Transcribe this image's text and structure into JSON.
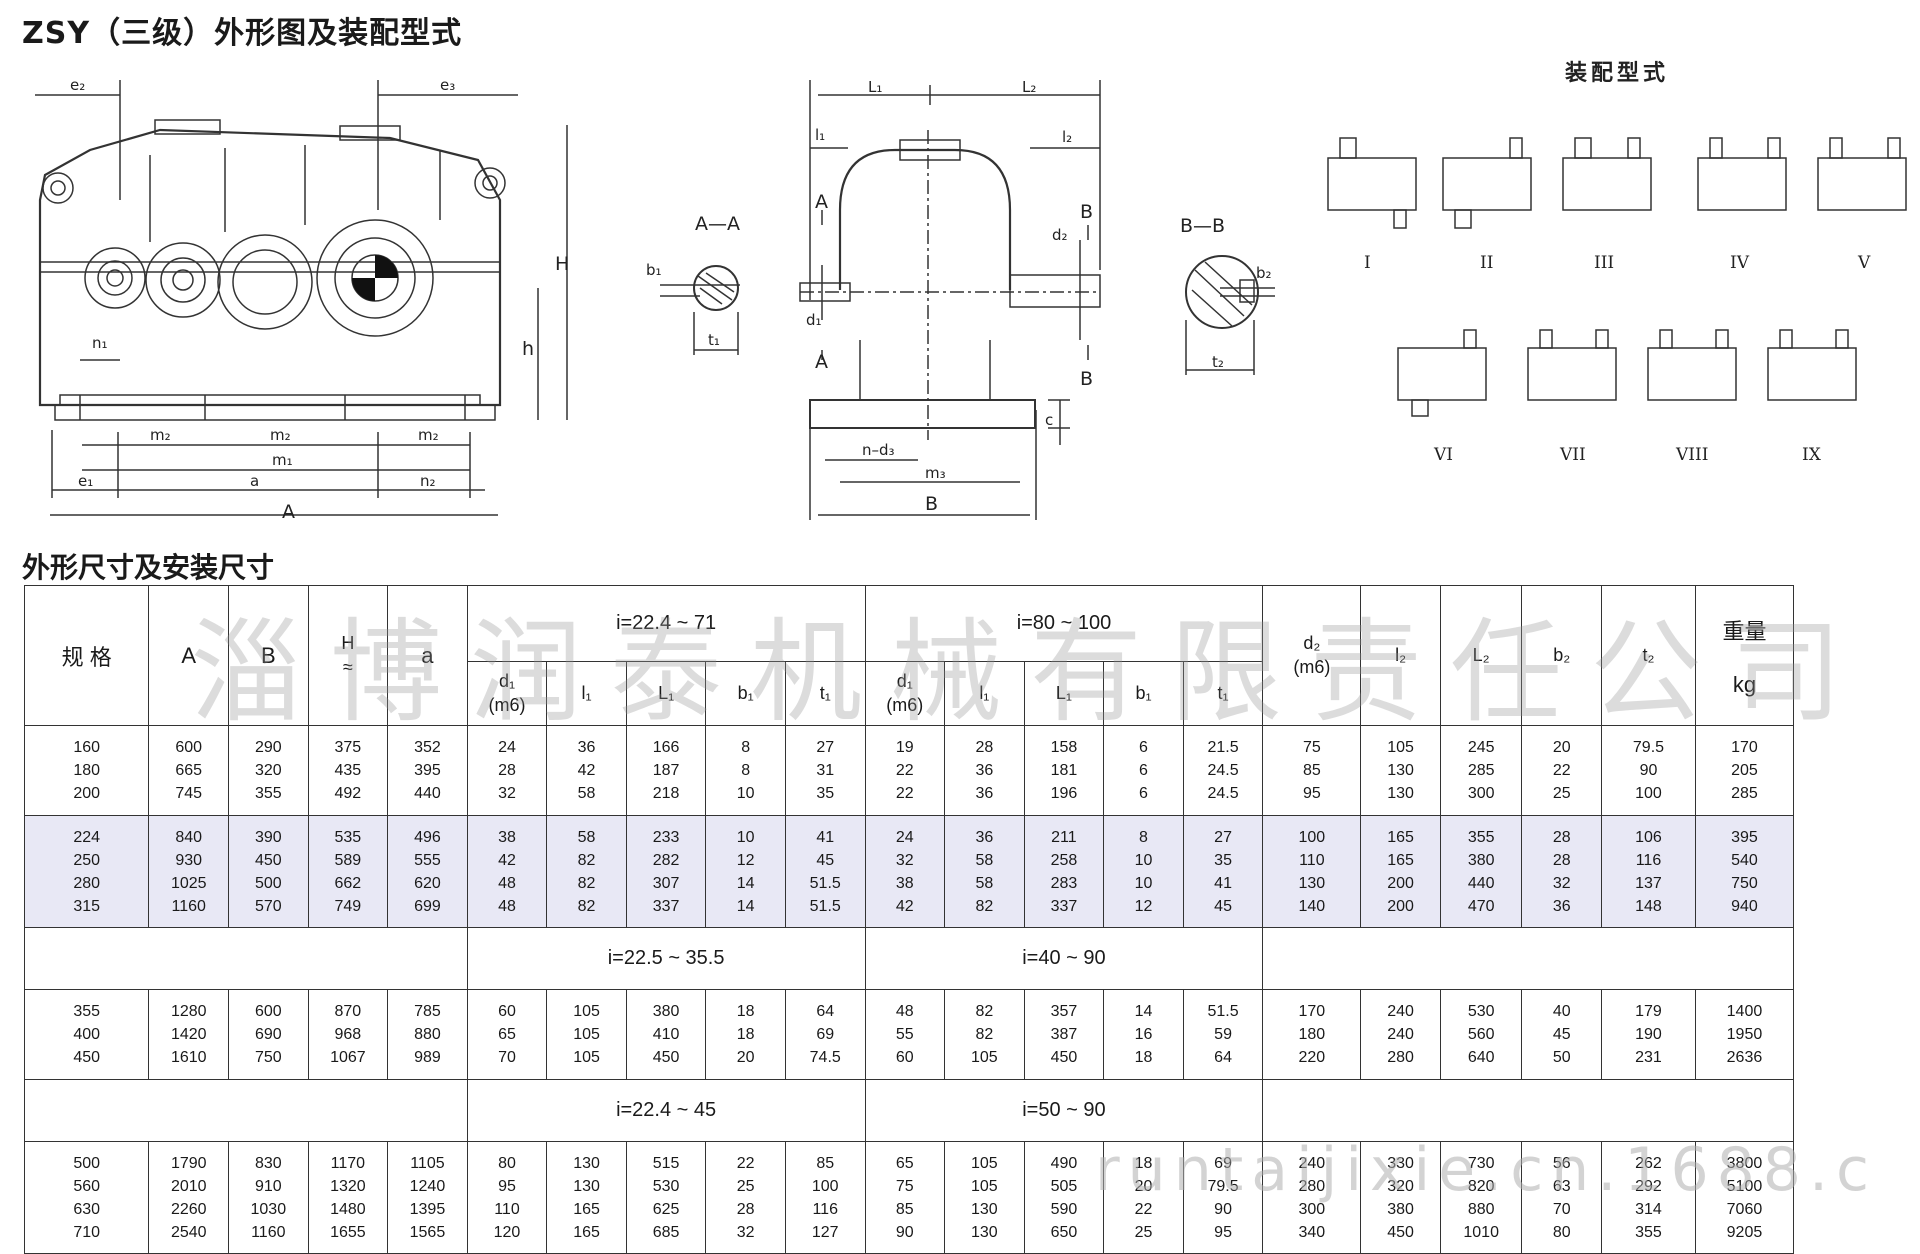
{
  "title": "ZSY（三级）外形图及装配型式",
  "section_title": "外形尺寸及安装尺寸",
  "watermark_text": "淄博润泰机械有限责任公司",
  "watermark_url": "runtaijixie.cn.1688.c",
  "drawing": {
    "front_labels": [
      "e₂",
      "e₃",
      "H",
      "h",
      "n₁",
      "m₂",
      "m₂",
      "m₂",
      "m₁",
      "e₁",
      "a",
      "n₂",
      "A"
    ],
    "section_aa": {
      "title": "A—A",
      "b1": "b₁",
      "t1": "t₁"
    },
    "side_labels": [
      "L₁",
      "L₂",
      "l₁",
      "l₂",
      "A",
      "A",
      "B",
      "B",
      "d₁",
      "d₂",
      "c",
      "n–d₃",
      "m₃",
      "B"
    ],
    "section_bb": {
      "title": "B—B",
      "b2": "b₂",
      "t2": "t₂"
    },
    "assembly_title": "装配型式",
    "assembly_types": [
      "I",
      "II",
      "III",
      "IV",
      "V",
      "VI",
      "VII",
      "VIII",
      "IX"
    ]
  },
  "table": {
    "headers": {
      "spec": "规  格",
      "A": "A",
      "B": "B",
      "H": "H",
      "H_sub": "≈",
      "a": "a",
      "group1": "i=22.4 ~ 71",
      "group2": "i=80 ~ 100",
      "d1": "d₁",
      "m6": "(m6)",
      "l1": "l₁",
      "L1": "L₁",
      "b1": "b₁",
      "t1": "t₁",
      "d2": "d₂",
      "l2": "l₂",
      "L2": "L₂",
      "b2": "b₂",
      "t2": "t₂",
      "weight": "重量",
      "kg": "kg"
    },
    "blocks": [
      {
        "shade": false,
        "cols": [
          "160\n180\n200",
          "600\n665\n745",
          "290\n320\n355",
          "375\n435\n492",
          "352\n395\n440",
          "24\n28\n32",
          "36\n42\n58",
          "166\n187\n218",
          "8\n8\n10",
          "27\n31\n35",
          "19\n22\n22",
          "28\n36\n36",
          "158\n181\n196",
          "6\n6\n6",
          "21.5\n24.5\n24.5",
          "75\n85\n95",
          "105\n130\n130",
          "245\n285\n300",
          "20\n22\n25",
          "79.5\n90\n100",
          "170\n205\n285"
        ]
      },
      {
        "shade": true,
        "cols": [
          "224\n250\n280\n315",
          "840\n930\n1025\n1160",
          "390\n450\n500\n570",
          "535\n589\n662\n749",
          "496\n555\n620\n699",
          "38\n42\n48\n48",
          "58\n82\n82\n82",
          "233\n282\n307\n337",
          "10\n12\n14\n14",
          "41\n45\n51.5\n51.5",
          "24\n32\n38\n42",
          "36\n58\n58\n82",
          "211\n258\n283\n337",
          "8\n10\n10\n12",
          "27\n35\n41\n45",
          "100\n110\n130\n140",
          "165\n165\n200\n200",
          "355\n380\n440\n470",
          "28\n28\n32\n36",
          "106\n116\n137\n148",
          "395\n540\n750\n940"
        ]
      },
      {
        "separator": [
          "i=22.5 ~ 35.5",
          "i=40 ~ 90"
        ]
      },
      {
        "shade": false,
        "cols": [
          "355\n400\n450",
          "1280\n1420\n1610",
          "600\n690\n750",
          "870\n968\n1067",
          "785\n880\n989",
          "60\n65\n70",
          "105\n105\n105",
          "380\n410\n450",
          "18\n18\n20",
          "64\n69\n74.5",
          "48\n55\n60",
          "82\n82\n105",
          "357\n387\n450",
          "14\n16\n18",
          "51.5\n59\n64",
          "170\n180\n220",
          "240\n240\n280",
          "530\n560\n640",
          "40\n45\n50",
          "179\n190\n231",
          "1400\n1950\n2636"
        ]
      },
      {
        "separator": [
          "i=22.4 ~ 45",
          "i=50 ~ 90"
        ]
      },
      {
        "shade": false,
        "cols": [
          "500\n560\n630\n710",
          "1790\n2010\n2260\n2540",
          "830\n910\n1030\n1160",
          "1170\n1320\n1480\n1655",
          "1105\n1240\n1395\n1565",
          "80\n95\n110\n120",
          "130\n130\n165\n165",
          "515\n530\n625\n685",
          "22\n25\n28\n32",
          "85\n100\n116\n127",
          "65\n75\n85\n90",
          "105\n105\n130\n130",
          "490\n505\n590\n650",
          "18\n20\n22\n25",
          "69\n79.5\n90\n95",
          "240\n280\n300\n340",
          "330\n320\n380\n450",
          "730\n820\n880\n1010",
          "56\n63\n70\n80",
          "262\n292\n314\n355",
          "3800\n5100\n7060\n9205"
        ]
      }
    ]
  }
}
